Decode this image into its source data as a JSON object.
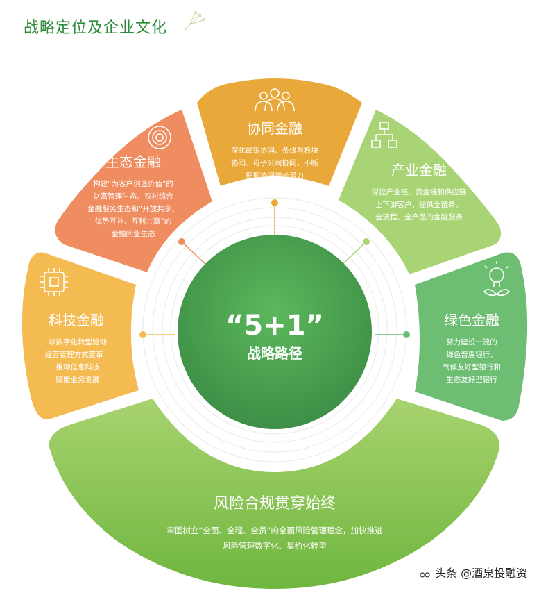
{
  "page_title": "战略定位及企业文化",
  "center": {
    "main": "“5+1”",
    "sub": "战略路径"
  },
  "segments": {
    "xietong": {
      "title": "协同金融",
      "desc": [
        "深化邮银协同、条线与板块",
        "协同、母子公司协同，不断",
        "挖掘协同增长潜力"
      ],
      "color": "#e9a93a",
      "icon": "people-group-icon"
    },
    "shengtai": {
      "title": "生态金融",
      "desc": [
        "构建“为客户创造价值”的",
        "财富管理生态、农村综合",
        "金融服务生态和“开放共享、",
        "优势互补、互利共赢”的",
        "金融同业生态"
      ],
      "color": "#ef8c60",
      "icon": "rings-icon"
    },
    "chanye": {
      "title": "产业金融",
      "desc": [
        "深挖产业链、资金链和供应链",
        "上下游客户，提供全链条、",
        "全流程、全产品的金融服务"
      ],
      "color": "#a9d475",
      "icon": "hierarchy-icon"
    },
    "keji": {
      "title": "科技金融",
      "desc": [
        "以数字化转型驱动",
        "经营管理方式变革，",
        "推动信息科技",
        "赋能业务发展"
      ],
      "color": "#f4bb52",
      "icon": "chip-icon"
    },
    "lvse": {
      "title": "绿色金融",
      "desc": [
        "努力建设一流的",
        "绿色普惠银行、",
        "气候友好型银行和",
        "生态友好型银行"
      ],
      "color": "#6dbd72",
      "icon": "lightbulb-leaf-icon"
    },
    "fengxian": {
      "title": "风险合规贯穿始终",
      "desc": [
        "牢固树立“全面、全程、全员”的全面风险管理理念，加快推进",
        "风险管理数字化、集约化转型"
      ],
      "color": "#88c54e"
    }
  },
  "watermark": "头条 @酒泉投融资"
}
